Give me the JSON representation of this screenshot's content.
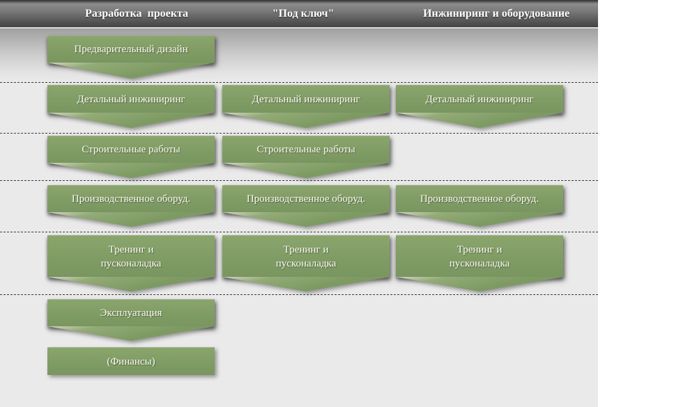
{
  "header": {
    "columns": [
      {
        "label": "Разработка  проекта"
      },
      {
        "label": "\"Под ключ\""
      },
      {
        "label": "Инжиниринг и оборудование"
      }
    ]
  },
  "rows": [
    {
      "cells": [
        {
          "label": "Предварительный дизайн"
        }
      ]
    },
    {
      "cells": [
        {
          "label": "Детальный инжиниринг"
        },
        {
          "label": "Детальный инжиниринг"
        },
        {
          "label": "Детальный инжиниринг"
        }
      ]
    },
    {
      "cells": [
        {
          "label": "Строительные работы"
        },
        {
          "label": "Строительные работы"
        }
      ]
    },
    {
      "cells": [
        {
          "label": "Производственное оборуд."
        },
        {
          "label": "Производственное оборуд."
        },
        {
          "label": "Производственное оборуд."
        }
      ]
    },
    {
      "cells": [
        {
          "label": "Тренинг и\nпусконаладка"
        },
        {
          "label": "Тренинг и\nпусконаладка"
        },
        {
          "label": "Тренинг и\nпусконаладка"
        }
      ]
    },
    {
      "cells": [
        {
          "label": "Эксплуатация"
        }
      ]
    },
    {
      "cells": [
        {
          "label": "(Финансы)"
        }
      ]
    }
  ],
  "colors": {
    "box_green": "#7e9a63",
    "header_bar_dark": "#4a4a4a",
    "canvas_bg": "#eaeaea",
    "divider": "#3a3a3a",
    "text_white": "#fbfbf2"
  }
}
